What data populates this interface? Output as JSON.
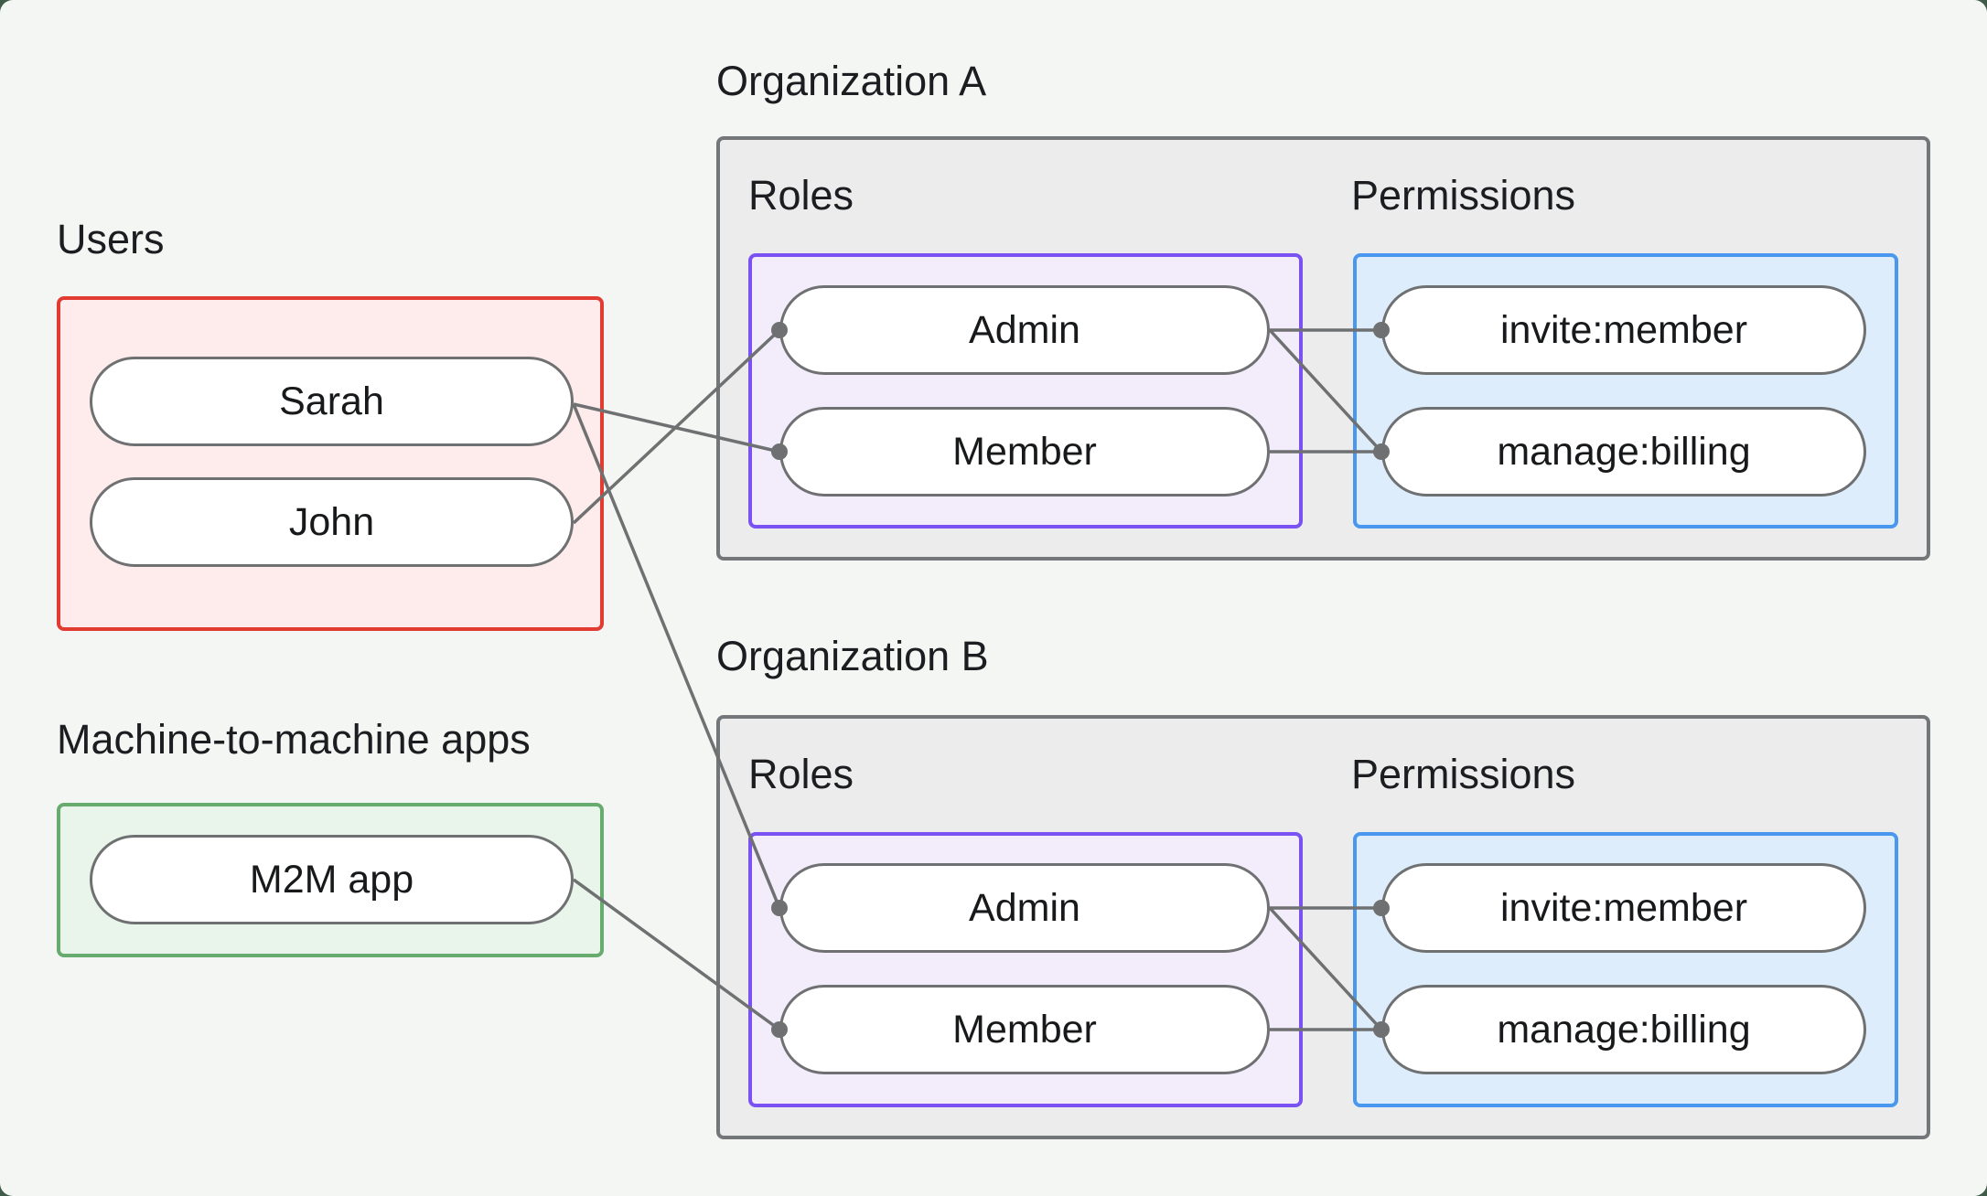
{
  "diagram": {
    "users_group": {
      "label": "Users",
      "items": [
        {
          "label": "Sarah"
        },
        {
          "label": "John"
        }
      ]
    },
    "m2m_group": {
      "label": "Machine-to-machine apps",
      "items": [
        {
          "label": "M2M app"
        }
      ]
    },
    "org_a": {
      "label": "Organization A",
      "roles_label": "Roles",
      "permissions_label": "Permissions",
      "roles": [
        {
          "label": "Admin"
        },
        {
          "label": "Member"
        }
      ],
      "permissions": [
        {
          "label": "invite:member"
        },
        {
          "label": "manage:billing"
        }
      ]
    },
    "org_b": {
      "label": "Organization B",
      "roles_label": "Roles",
      "permissions_label": "Permissions",
      "roles": [
        {
          "label": "Admin"
        },
        {
          "label": "Member"
        }
      ],
      "permissions": [
        {
          "label": "invite:member"
        },
        {
          "label": "manage:billing"
        }
      ]
    },
    "connections": [
      {
        "from": "Sarah",
        "to": "Organization A / Member"
      },
      {
        "from": "John",
        "to": "Organization A / Admin"
      },
      {
        "from": "Sarah",
        "to": "Organization B / Admin"
      },
      {
        "from": "M2M app",
        "to": "Organization B / Member"
      },
      {
        "from": "Organization A / Admin",
        "to": "Organization A / invite:member"
      },
      {
        "from": "Organization A / Admin",
        "to": "Organization A / manage:billing"
      },
      {
        "from": "Organization A / Member",
        "to": "Organization A / manage:billing"
      },
      {
        "from": "Organization B / Admin",
        "to": "Organization B / invite:member"
      },
      {
        "from": "Organization B / Admin",
        "to": "Organization B / manage:billing"
      },
      {
        "from": "Organization B / Member",
        "to": "Organization B / manage:billing"
      }
    ],
    "colors": {
      "background": "#f4f6f3",
      "outer_background": "#3e5c47",
      "users_border": "#e23b32",
      "users_fill": "#fdeceb",
      "m2m_border": "#68ab6e",
      "m2m_fill": "#e9f4ea",
      "org_border": "#74777a",
      "org_fill": "#ececec",
      "roles_border": "#7a52f2",
      "roles_fill": "#f2ecfb",
      "permissions_border": "#4a97f0",
      "permissions_fill": "#deedfb",
      "node_border": "#6e7071",
      "node_fill": "#ffffff",
      "edge": "#6e7071",
      "text": "#1b1d20"
    }
  }
}
